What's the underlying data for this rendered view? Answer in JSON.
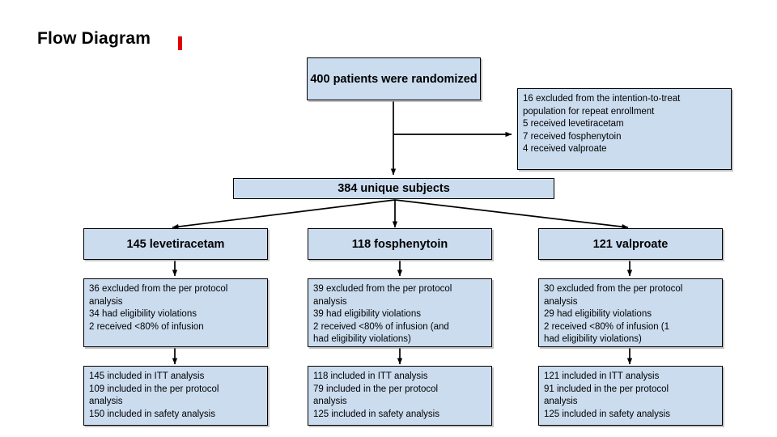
{
  "page": {
    "title": "Flow Diagram",
    "accent_marker_color": "#e00000",
    "box_fill_color": "#cbdcef",
    "box_border_color": "#000000",
    "background_color": "#ffffff"
  },
  "chart_data": {
    "type": "diagram",
    "title": "Flow Diagram",
    "diagram_kind": "CONSORT participant flow",
    "nodes": [
      {
        "id": "randomized",
        "label": "400 patients were\nrandomized",
        "value": 400
      },
      {
        "id": "excluded_itt",
        "label": "16 excluded from the intention-to-treat\npopulation for repeat enrollment\n   5 received levetiracetam\n   7 received fosphenytoin\n   4 received valproate",
        "value": 16
      },
      {
        "id": "unique",
        "label": "384 unique subjects",
        "value": 384
      },
      {
        "id": "arm_lev",
        "label": "145 levetiracetam",
        "value": 145
      },
      {
        "id": "arm_fos",
        "label": "118 fosphenytoin",
        "value": 118
      },
      {
        "id": "arm_val",
        "label": "121 valproate",
        "value": 121
      },
      {
        "id": "excl_lev",
        "label": "36 excluded from the per protocol\nanalysis\n34 had eligibility violations\n2 received <80% of infusion",
        "value": 36
      },
      {
        "id": "excl_fos",
        "label": "39 excluded from the per protocol\nanalysis\n39 had eligibility violations\n2 received <80% of infusion (and\nhad eligibility violations)",
        "value": 39
      },
      {
        "id": "excl_val",
        "label": "30 excluded from the per protocol\nanalysis\n29 had eligibility violations\n2 received <80% of infusion (1\nhad eligibility violations)",
        "value": 30
      },
      {
        "id": "res_lev",
        "label": "145 included in ITT analysis\n109 included in the per protocol\nanalysis\n150 included in safety analysis",
        "itt": 145,
        "per_protocol": 109,
        "safety": 150
      },
      {
        "id": "res_fos",
        "label": "118 included in ITT analysis\n79 included in the per protocol\nanalysis\n125 included in safety analysis",
        "itt": 118,
        "per_protocol": 79,
        "safety": 125
      },
      {
        "id": "res_val",
        "label": "121 included in ITT analysis\n91 included in the per protocol\nanalysis\n125 included in safety analysis",
        "itt": 121,
        "per_protocol": 91,
        "safety": 125
      }
    ],
    "edges": [
      {
        "from": "randomized",
        "to": "excluded_itt"
      },
      {
        "from": "randomized",
        "to": "unique"
      },
      {
        "from": "unique",
        "to": "arm_lev"
      },
      {
        "from": "unique",
        "to": "arm_fos"
      },
      {
        "from": "unique",
        "to": "arm_val"
      },
      {
        "from": "arm_lev",
        "to": "excl_lev"
      },
      {
        "from": "arm_fos",
        "to": "excl_fos"
      },
      {
        "from": "arm_val",
        "to": "excl_val"
      },
      {
        "from": "excl_lev",
        "to": "res_lev"
      },
      {
        "from": "excl_fos",
        "to": "res_fos"
      },
      {
        "from": "excl_val",
        "to": "res_val"
      }
    ]
  },
  "boxes": {
    "randomized": "400 patients were\nrandomized",
    "excluded_itt": "16 excluded from the intention-to-treat\npopulation for repeat enrollment\n   5 received levetiracetam\n   7 received fosphenytoin\n   4 received valproate",
    "unique_subjects": "384 unique subjects",
    "arm_levetiracetam": "145 levetiracetam",
    "arm_fosphenytoin": "118 fosphenytoin",
    "arm_valproate": "121 valproate",
    "excluded_levetiracetam": "36 excluded from the per protocol\nanalysis\n34 had eligibility violations\n2 received <80% of infusion",
    "excluded_fosphenytoin": "39 excluded from the per protocol\nanalysis\n39 had eligibility violations\n2 received <80% of infusion (and\nhad eligibility violations)",
    "excluded_valproate": "30 excluded from the per protocol\nanalysis\n29 had eligibility violations\n2 received <80% of infusion (1\nhad eligibility violations)",
    "results_levetiracetam": "145 included in ITT analysis\n109 included in the per protocol\nanalysis\n150 included in safety analysis",
    "results_fosphenytoin": "118 included in ITT analysis\n79 included in the per protocol\nanalysis\n125 included in safety analysis",
    "results_valproate": "121 included in ITT analysis\n91 included in the per protocol\nanalysis\n125 included in safety analysis"
  }
}
